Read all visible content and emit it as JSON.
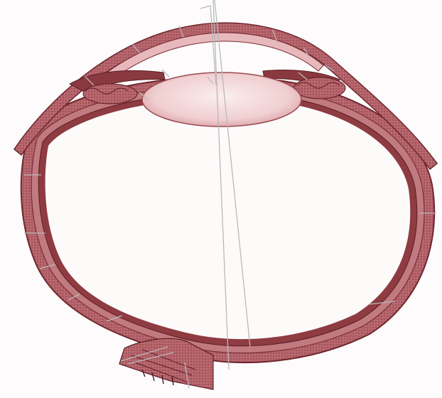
{
  "figure": {
    "subject": "eye-cross-section",
    "colors": {
      "tissue": "#a8545c",
      "tissue_dark": "#7a2e35",
      "tissue_light": "#e8b9bc",
      "lens_fill": "#f3d7d8",
      "interior": "#fdfafa",
      "leader_line": "#b9b9b9",
      "background": "#fdfbfb"
    },
    "structures": [
      "cornea",
      "lens",
      "iris",
      "ciliary-body",
      "sclera",
      "choroid",
      "retina",
      "optic-nerve",
      "vitreous-body"
    ]
  }
}
